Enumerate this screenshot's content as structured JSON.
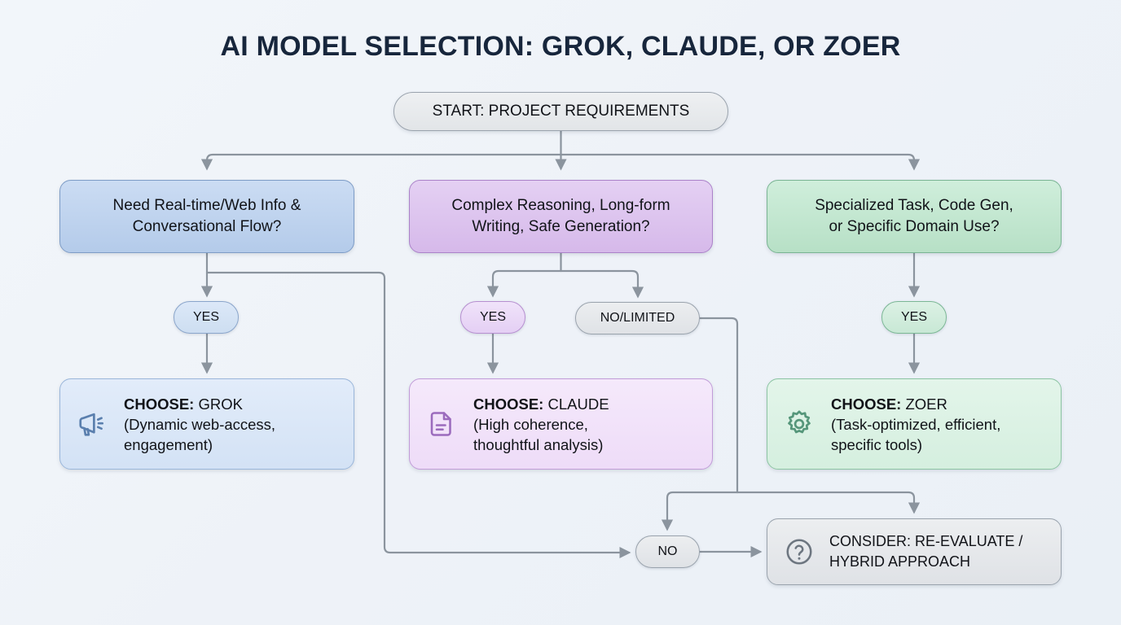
{
  "title": "AI MODEL SELECTION: GROK, CLAUDE, OR ZOER",
  "start": {
    "label": "START: PROJECT REQUIREMENTS"
  },
  "branches": [
    {
      "key": "grok",
      "question": "Need Real-time/Web Info &\nConversational Flow?",
      "question_line1": "Need Real-time/Web Info &",
      "question_line2": "Conversational Flow?",
      "yes_label": "YES",
      "icon": "megaphone-icon",
      "outcome_lead": "CHOOSE:",
      "outcome_model": " GROK",
      "outcome_detail_line1": "(Dynamic web-access,",
      "outcome_detail_line2": "engagement)",
      "fill": "#cbdcf3",
      "stroke": "#7d9cc6",
      "accent": "#5a7fae"
    },
    {
      "key": "claude",
      "question": "Complex Reasoning, Long-form\nWriting, Safe Generation?",
      "question_line1": "Complex Reasoning, Long-form",
      "question_line2": "Writing, Safe Generation?",
      "yes_label": "YES",
      "no_label": "NO/LIMITED",
      "icon": "document-icon",
      "outcome_lead": "CHOOSE:",
      "outcome_model": " CLAUDE",
      "outcome_detail_line1": "(High coherence,",
      "outcome_detail_line2": "thoughtful analysis)",
      "fill": "#ddc6ee",
      "stroke": "#ab82c9",
      "accent": "#9b6bbd"
    },
    {
      "key": "zoer",
      "question": "Specialized Task, Code Gen,\nor Specific Domain Use?",
      "question_line1": "Specialized Task, Code Gen,",
      "question_line2": "or Specific Domain Use?",
      "yes_label": "YES",
      "icon": "gear-icon",
      "outcome_lead": "CHOOSE:",
      "outcome_model": " ZOER",
      "outcome_detail_line1": "(Task-optimized, efficient,",
      "outcome_detail_line2": "specific tools)",
      "fill": "#c3e6ce",
      "stroke": "#79b493",
      "accent": "#55967a"
    }
  ],
  "fallback": {
    "no_label": "NO",
    "icon": "question-circle-icon",
    "line1": "CONSIDER: RE-EVALUATE /",
    "line2": "HYBRID APPROACH"
  },
  "colors": {
    "background": "#eef2f7",
    "title_color": "#17263c",
    "connector": "#8b949e",
    "neutral_fill": "#e4e7ea",
    "neutral_stroke": "#9aa3ad"
  }
}
